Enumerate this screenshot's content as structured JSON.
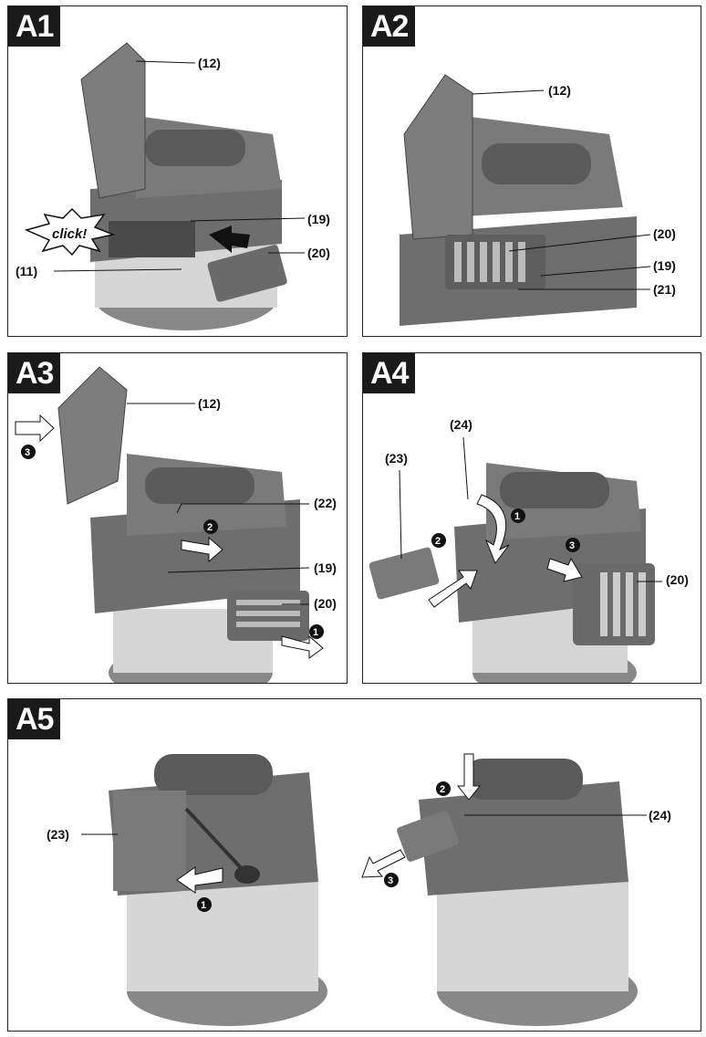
{
  "panels": [
    {
      "id": "A1",
      "callouts": [
        "(12)",
        "(19)",
        "(20)",
        "(11)"
      ],
      "burst_text": "click!"
    },
    {
      "id": "A2",
      "callouts": [
        "(12)",
        "(20)",
        "(19)",
        "(21)"
      ]
    },
    {
      "id": "A3",
      "callouts": [
        "(12)",
        "(22)",
        "(19)",
        "(20)"
      ],
      "steps": [
        "3",
        "2",
        "1"
      ]
    },
    {
      "id": "A4",
      "callouts": [
        "(24)",
        "(23)",
        "(20)"
      ],
      "steps": [
        "1",
        "2",
        "3"
      ]
    },
    {
      "id": "A5",
      "callouts": [
        "(23)",
        "(24)"
      ],
      "steps": [
        "1",
        "2",
        "3"
      ]
    }
  ],
  "colors": {
    "body": "#7a7a7a",
    "dark": "#4a4a4a",
    "light": "#a8a8a8",
    "tank": "#d6d6d6",
    "badge": "#1a1a1a"
  }
}
